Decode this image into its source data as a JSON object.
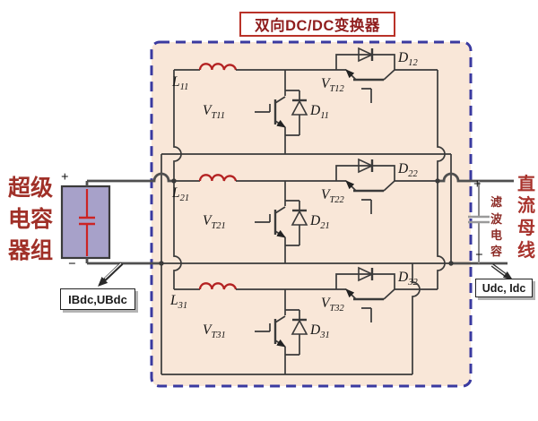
{
  "title": "双向DC/DC变换器",
  "supercapacitor": {
    "name_lines": [
      "超级",
      "电容",
      "器组"
    ],
    "plus": "+",
    "minus": "−",
    "callout": "IBdc,UBdc"
  },
  "dc_bus": {
    "name_chars": [
      "直",
      "流",
      "母",
      "线"
    ],
    "filter_cap_chars": [
      "滤",
      "波",
      "电",
      "容"
    ],
    "plus": "+",
    "minus": "−",
    "callout": "Udc, Idc"
  },
  "legs": [
    {
      "inductor_sym": "L",
      "inductor_sub": "11",
      "lower_switch_sym": "V",
      "lower_switch_sub": "T11",
      "lower_diode_sym": "D",
      "lower_diode_sub": "11",
      "upper_switch_sym": "V",
      "upper_switch_sub": "T12",
      "upper_diode_sym": "D",
      "upper_diode_sub": "12"
    },
    {
      "inductor_sym": "L",
      "inductor_sub": "21",
      "lower_switch_sym": "V",
      "lower_switch_sub": "T21",
      "lower_diode_sym": "D",
      "lower_diode_sub": "21",
      "upper_switch_sym": "V",
      "upper_switch_sub": "T22",
      "upper_diode_sym": "D",
      "upper_diode_sub": "22"
    },
    {
      "inductor_sym": "L",
      "inductor_sub": "31",
      "lower_switch_sym": "V",
      "lower_switch_sub": "T31",
      "lower_diode_sym": "D",
      "lower_diode_sub": "31",
      "upper_switch_sym": "V",
      "upper_switch_sub": "T32",
      "upper_diode_sym": "D",
      "upper_diode_sub": "32"
    }
  ],
  "colors": {
    "wire": "#3a3a3a",
    "wire-ext": "#4f4f4f",
    "coil-red": "#b42222",
    "cap-red": "#cc2424",
    "title-red": "#8f1d1d",
    "box-border-blue": "#3a3aa0",
    "box-fill": "#f9e7d8",
    "supercap-fill": "#a7a1c9",
    "red-text": "#a03028",
    "bus-red-text": "#a8322c",
    "filter-red-text": "#8c2b26"
  }
}
